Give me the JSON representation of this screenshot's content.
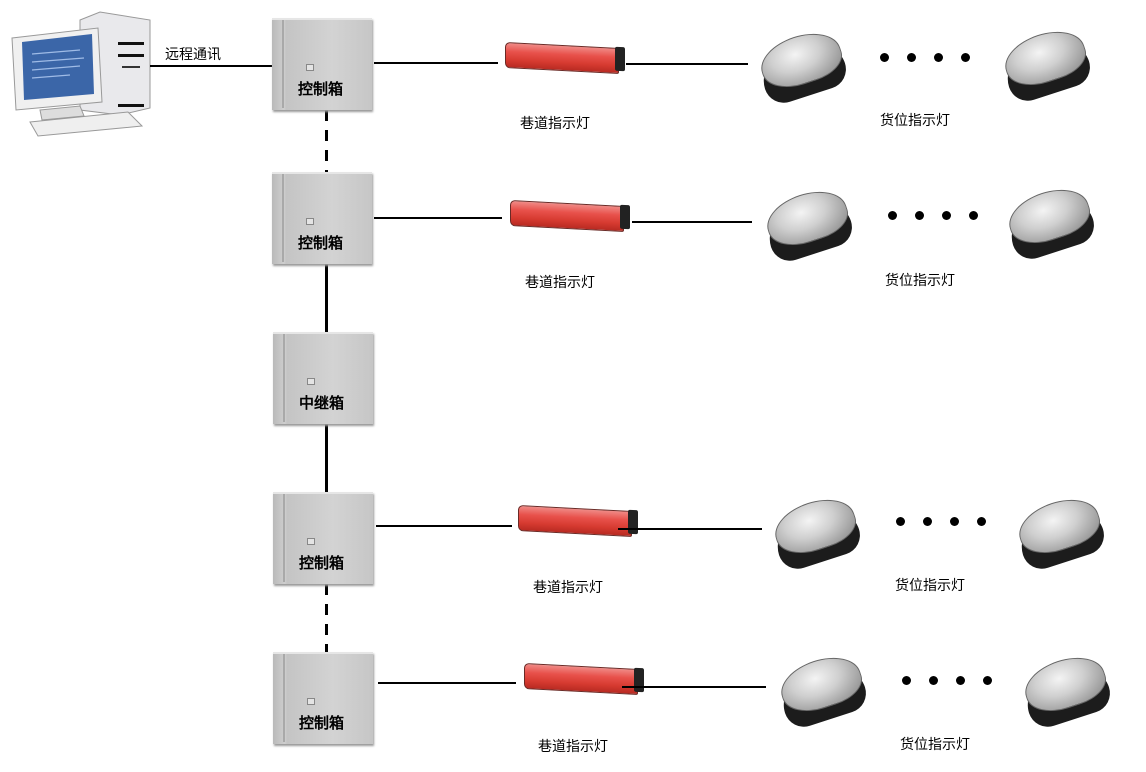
{
  "diagram": {
    "computer": {
      "label": "远程通讯",
      "icon": "desktop-computer-icon"
    },
    "rows": [
      {
        "cabinet_label": "控制箱",
        "lane_light_label": "巷道指示灯",
        "slot_light_label": "货位指示灯",
        "dots": 4
      },
      {
        "cabinet_label": "控制箱",
        "lane_light_label": "巷道指示灯",
        "slot_light_label": "货位指示灯",
        "dots": 4
      },
      {
        "cabinet_label": "中继箱"
      },
      {
        "cabinet_label": "控制箱",
        "lane_light_label": "巷道指示灯",
        "slot_light_label": "货位指示灯",
        "dots": 4
      },
      {
        "cabinet_label": "控制箱",
        "lane_light_label": "巷道指示灯",
        "slot_light_label": "货位指示灯",
        "dots": 4
      }
    ],
    "connectors": [
      "dashed",
      "solid",
      "solid",
      "dashed"
    ],
    "colors": {
      "lane_light": "#e0463e",
      "cabinet": "#cfcfcf",
      "line": "#000000"
    }
  }
}
